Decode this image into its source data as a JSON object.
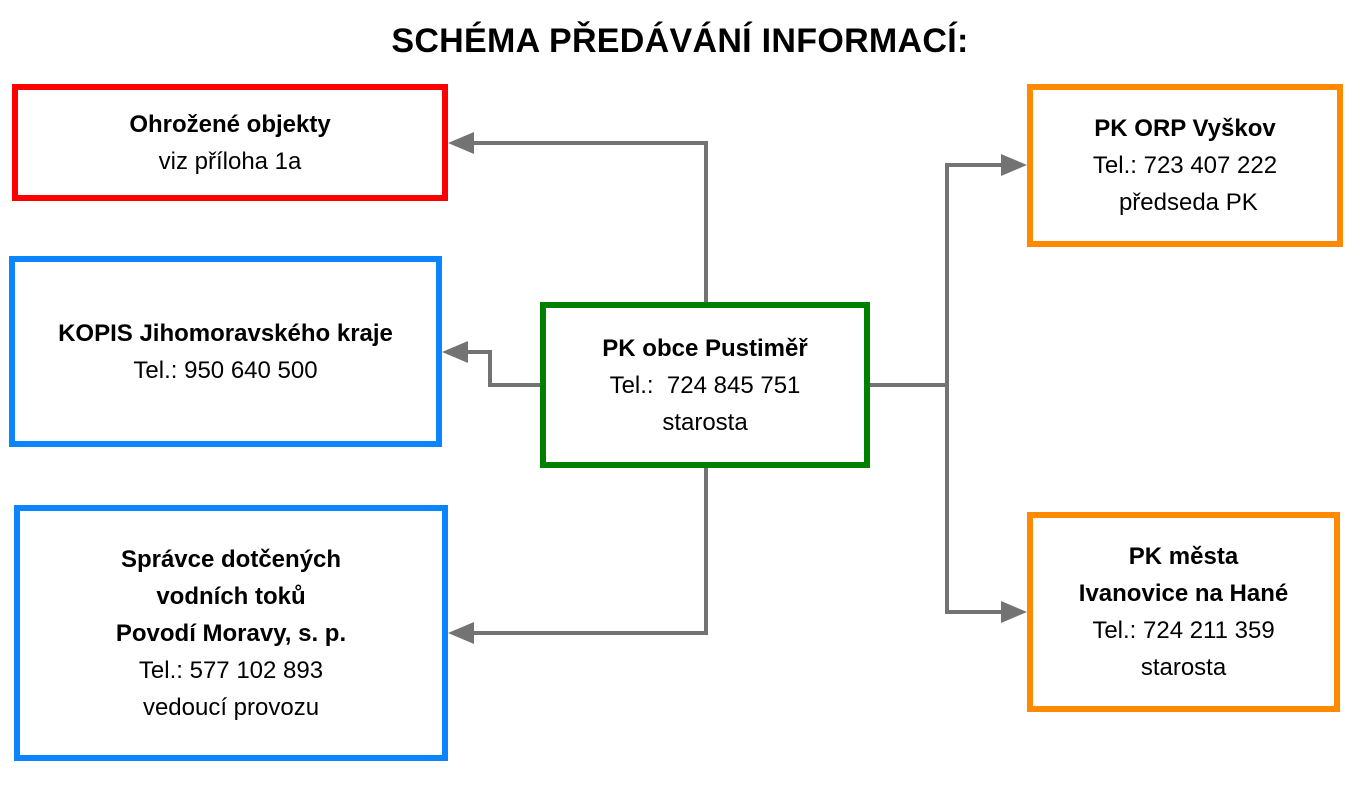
{
  "title": "SCHÉMA PŘEDÁVÁNÍ INFORMACÍ:",
  "colors": {
    "red": "#ff0000",
    "blue": "#0a84ff",
    "green": "#008000",
    "orange": "#ff8a00",
    "connector": "#737373"
  },
  "boxes": {
    "ohrozene": {
      "name": "Ohrožené objekty",
      "detail": "viz příloha 1a"
    },
    "kopis": {
      "name": "KOPIS Jihomoravského kraje",
      "phone": "Tel.: 950 640 500"
    },
    "spravce": {
      "name_line1": "Správce dotčených",
      "name_line2": "vodních toků",
      "name_line3": "Povodí Moravy, s. p.",
      "phone": "Tel.: 577 102 893",
      "role": "vedoucí provozu"
    },
    "center": {
      "name": "PK obce Pustiměř",
      "phone": "Tel.:  724 845 751",
      "role": "starosta"
    },
    "orp": {
      "name": "PK ORP Vyškov",
      "phone": "Tel.: 723 407 222",
      "role": " předseda PK"
    },
    "ivanovice": {
      "name_line1": "PK města",
      "name_line2": "Ivanovice na Hané",
      "phone": "Tel.: 724 211 359",
      "role": "starosta"
    }
  }
}
